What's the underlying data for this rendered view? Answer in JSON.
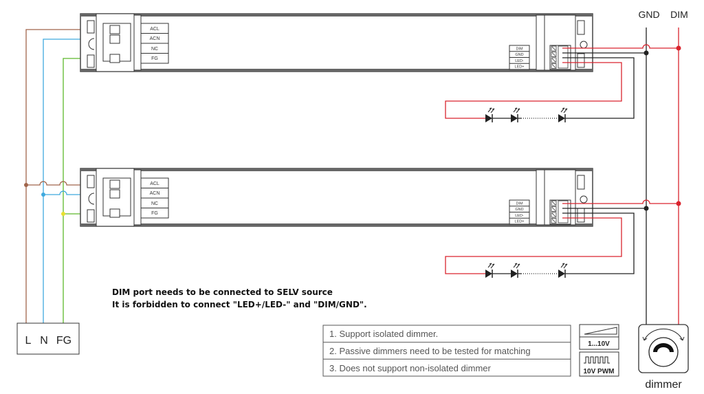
{
  "header": {
    "gnd": "GND",
    "dim": "DIM"
  },
  "drivers": [
    {
      "input_labels": [
        "ACL",
        "ACN",
        "NC",
        "FG"
      ],
      "output_labels": [
        "DIM",
        "GND",
        "LED-",
        "LED+"
      ]
    },
    {
      "input_labels": [
        "ACL",
        "ACN",
        "NC",
        "FG"
      ],
      "output_labels": [
        "DIM",
        "GND",
        "LED-",
        "LED+"
      ]
    }
  ],
  "mains_box": {
    "l": "L",
    "n": "N",
    "fg": "FG"
  },
  "notes": [
    "DIM port needs to be connected to SELV source",
    "It is forbidden to connect \"LED+/LED-\" and \"DIM/GND\"."
  ],
  "requirements": [
    "1. Support isolated dimmer.",
    "2. Passive dimmers need to be tested for matching",
    "3. Does not support non-isolated dimmer"
  ],
  "signal_icons": {
    "analog": "1...10V",
    "pwm": "10V PWM"
  },
  "dimmer": {
    "label": "dimmer"
  },
  "colors": {
    "live": "#a0644a",
    "neutral": "#3fa9de",
    "earth": "#5cb82a",
    "red": "#d9232d",
    "black": "#222222"
  }
}
